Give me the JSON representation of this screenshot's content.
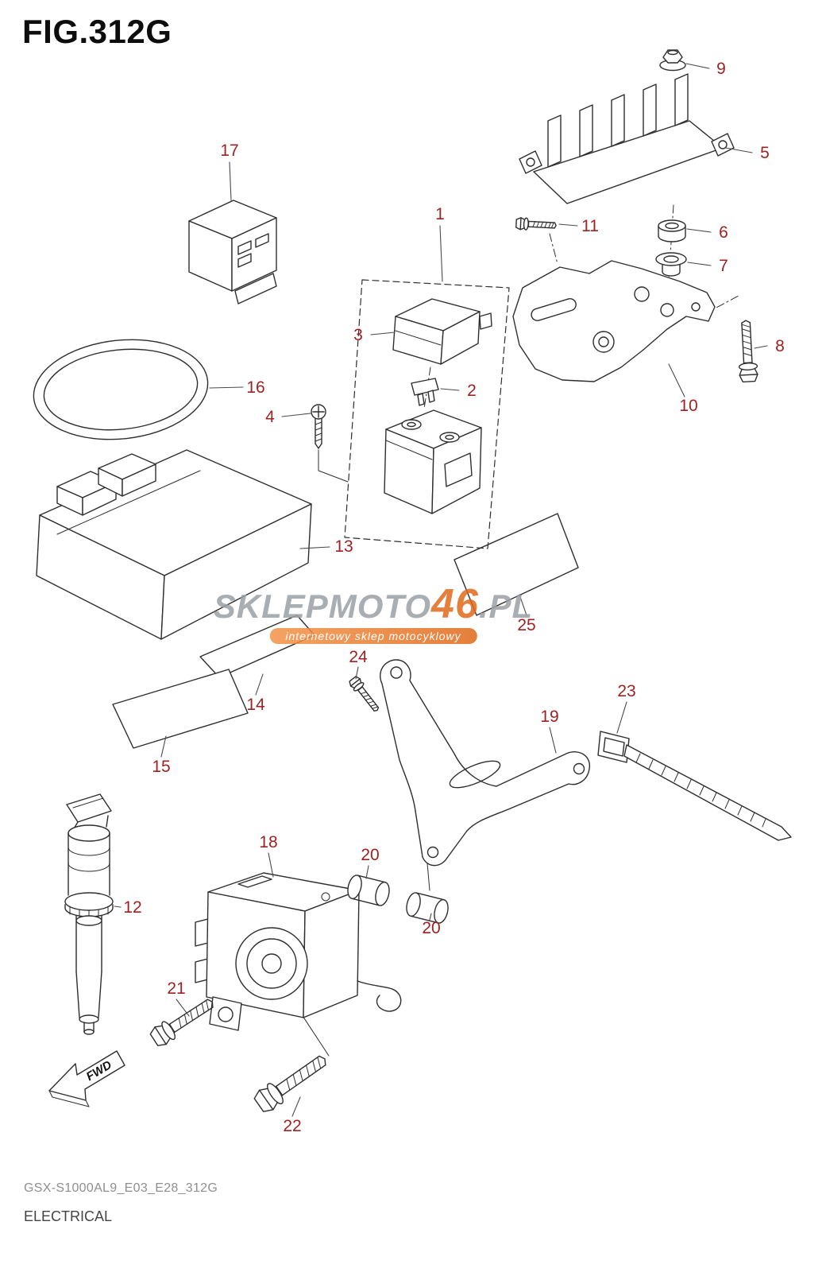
{
  "title": "FIG.312G",
  "footer": {
    "code": "GSX-S1000AL9_E03_E28_312G",
    "section": "ELECTRICAL"
  },
  "watermark": {
    "brand_prefix": "SKLEPMOTO",
    "brand_highlight": "46",
    "brand_suffix": ".PL",
    "tagline": "internetowy sklep motocyklowy"
  },
  "fwd_label": "FWD",
  "label_color": "#9e2222",
  "labels": [
    {
      "num": "17"
    },
    {
      "num": "9"
    },
    {
      "num": "5"
    },
    {
      "num": "1"
    },
    {
      "num": "11"
    },
    {
      "num": "6"
    },
    {
      "num": "7"
    },
    {
      "num": "3"
    },
    {
      "num": "8"
    },
    {
      "num": "16"
    },
    {
      "num": "2"
    },
    {
      "num": "10"
    },
    {
      "num": "4"
    },
    {
      "num": "13"
    },
    {
      "num": "25"
    },
    {
      "num": "24"
    },
    {
      "num": "14"
    },
    {
      "num": "23"
    },
    {
      "num": "19"
    },
    {
      "num": "15"
    },
    {
      "num": "18"
    },
    {
      "num": "20"
    },
    {
      "num": "12"
    },
    {
      "num": "20"
    },
    {
      "num": "21"
    },
    {
      "num": "22"
    }
  ]
}
